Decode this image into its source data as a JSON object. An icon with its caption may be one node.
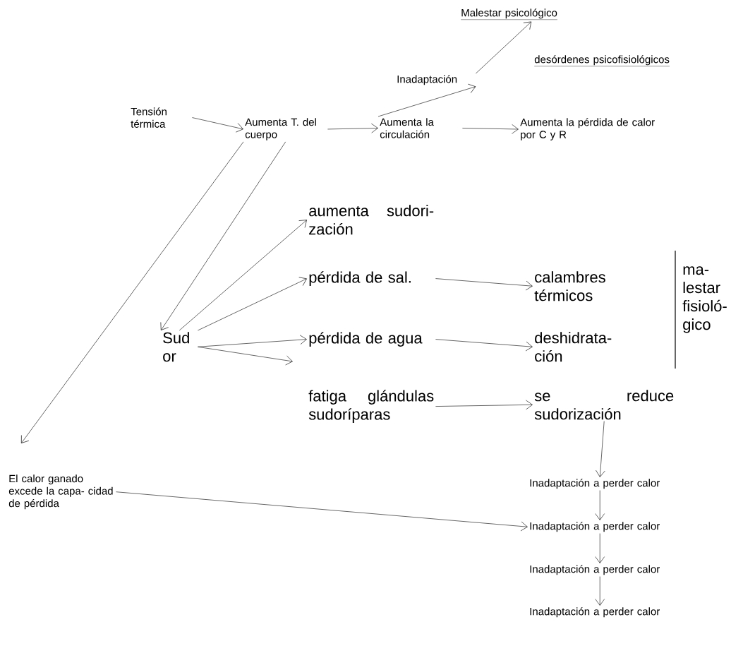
{
  "diagram": {
    "nodes": [
      {
        "text": [
          "Tensión térmica"
        ]
      },
      {
        "text": [
          "Aumenta T. del cuerpo"
        ]
      },
      {
        "text": [
          "Aumenta la circulación"
        ]
      },
      {
        "text": [
          "Aumenta la pérdida de calor por C y R"
        ]
      },
      {
        "text": [
          "Inadaptación"
        ]
      },
      {
        "text": [
          "Malestar psicológico"
        ]
      },
      {
        "text": [
          "desórdenes psicofisiológicos"
        ]
      },
      {
        "text": [
          "aumenta sudori- zación"
        ]
      },
      {
        "text": [
          "pérdida de sal."
        ]
      },
      {
        "text": [
          "Sud or"
        ]
      },
      {
        "text": [
          "pérdida de agua"
        ]
      },
      {
        "text": [
          "fatiga glándulas sudoríparas"
        ]
      },
      {
        "text": [
          "calambres térmicos"
        ]
      },
      {
        "text": [
          "deshidrata- ción"
        ]
      },
      {
        "text": [
          "ma- lestar fisioló- gico"
        ]
      },
      {
        "text": [
          "se reduce sudorización"
        ]
      },
      {
        "text": [
          "Inadaptación a perder calor"
        ]
      },
      {
        "text": [
          "Inadaptación a perder calor"
        ]
      },
      {
        "text": [
          "Inadaptación a perder calor"
        ]
      },
      {
        "text": [
          "Inadaptación a perder calor"
        ]
      },
      {
        "text": [
          "El calor ganado excede la capa- cidad de pérdida"
        ]
      }
    ],
    "edges": [
      {
        "from": 0,
        "to": 1,
        "arrow": "to"
      },
      {
        "from": 1,
        "to": 2,
        "arrow": "to"
      },
      {
        "from": 2,
        "to": 3,
        "arrow": "to"
      },
      {
        "from": 2,
        "to": 4,
        "arrow": "to"
      },
      {
        "from": 4,
        "to": 5,
        "arrow": "to"
      },
      {
        "from": 1,
        "to": 9,
        "arrow": "to"
      },
      {
        "from": 1,
        "to": null,
        "arrow": "to"
      },
      {
        "from": 9,
        "to": 7,
        "arrow": "to"
      },
      {
        "from": 9,
        "to": 8,
        "arrow": "to"
      },
      {
        "from": 9,
        "to": 10,
        "arrow": "to"
      },
      {
        "from": 9,
        "to": null,
        "arrow": "to"
      },
      {
        "from": 8,
        "to": 12,
        "arrow": "to"
      },
      {
        "from": 10,
        "to": 13,
        "arrow": "to"
      },
      {
        "from": 11,
        "to": 15,
        "arrow": "to"
      },
      {
        "from": 15,
        "to": 16,
        "arrow": "to"
      },
      {
        "from": 16,
        "to": 17,
        "arrow": "to"
      },
      {
        "from": 17,
        "to": 18,
        "arrow": "to"
      },
      {
        "from": 18,
        "to": 19,
        "arrow": "to"
      },
      {
        "from": 20,
        "to": 17,
        "arrow": "to"
      }
    ]
  }
}
